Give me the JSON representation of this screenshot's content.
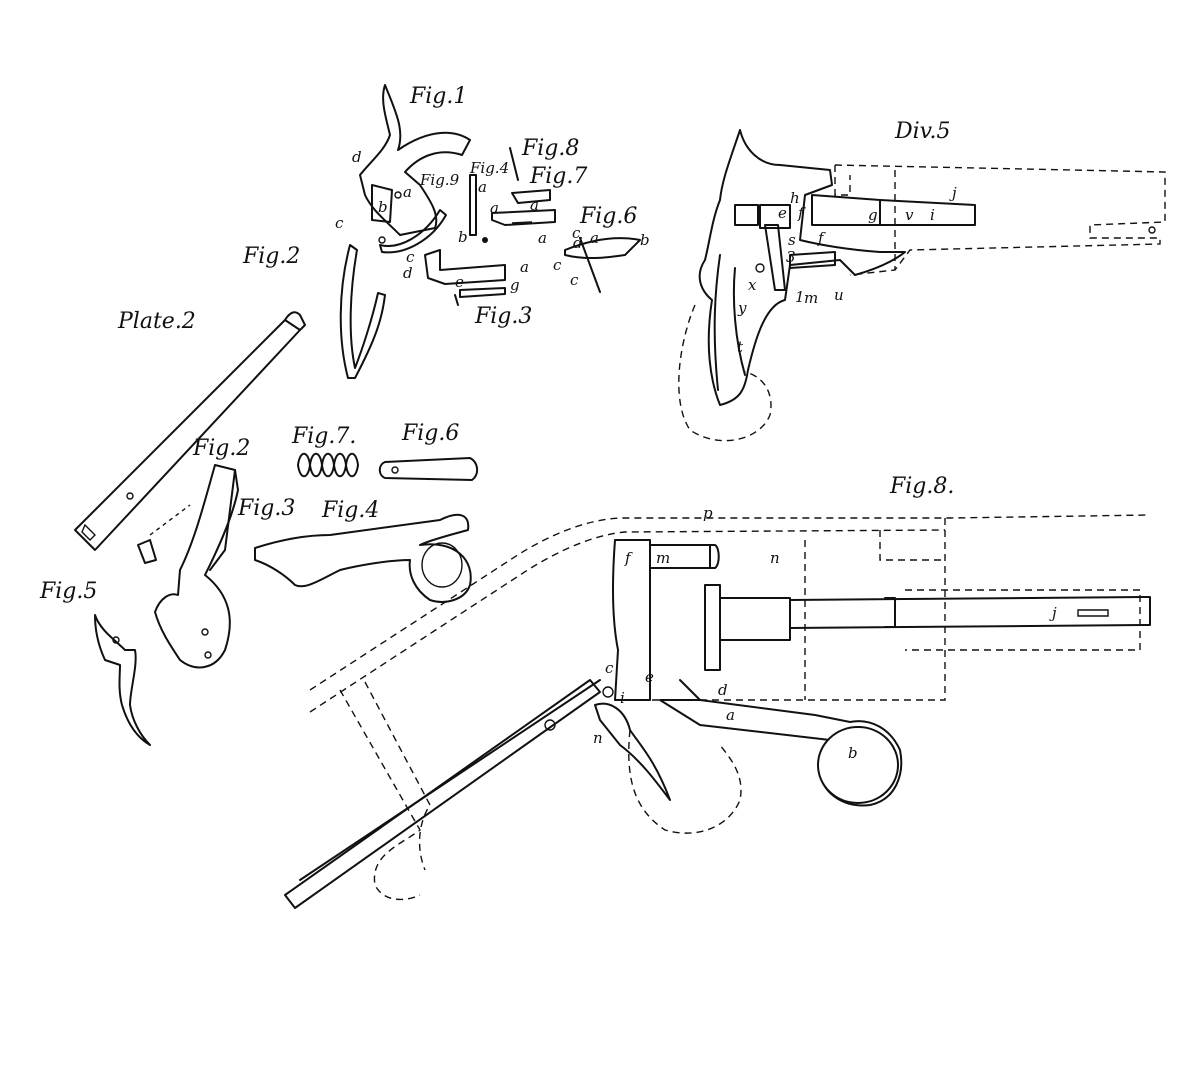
{
  "plate": {
    "title": "Plate.2"
  },
  "figure_labels": {
    "top_fig1": "Fig.1",
    "top_fig2": "Fig.2",
    "top_fig3": "Fig.3",
    "top_fig4": "Fig.4",
    "top_fig6": "Fig.6",
    "top_fig7": "Fig.7",
    "top_fig8": "Fig.8",
    "top_fig9": "Fig.9",
    "div5": "Div.5",
    "mid_fig2": "Fig.2",
    "mid_fig3": "Fig.3",
    "mid_fig4": "Fig.4",
    "mid_fig5": "Fig.5",
    "mid_fig6": "Fig.6",
    "mid_fig7": "Fig.7.",
    "big_fig8": "Fig.8."
  },
  "part_letters": {
    "f1_d": "d",
    "f1_b": "b",
    "f1_a": "a",
    "f1_c": "c",
    "f9_a": "a",
    "f9_b": "b",
    "f7_a": "a",
    "f6_a": "a",
    "f6_d": "d",
    "f6_b": "b",
    "f6_c": "c",
    "f6_c2": "c",
    "f2_c": "c",
    "f2_d": "d",
    "f2_e": "e",
    "f2_a": "a",
    "f2_g": "g",
    "mid_a": "a",
    "d5_h": "h",
    "d5_e": "e",
    "d5_f": "f",
    "d5_f2": "f",
    "d5_g": "g",
    "d5_v": "v",
    "d5_i": "i",
    "d5_j": "j",
    "d5_s": "s",
    "d5_3": "3",
    "d5_x": "x",
    "d5_y": "y",
    "d5_1": "1",
    "d5_m": "m",
    "d5_u": "u",
    "d5_t": "t",
    "f8_p": "p",
    "f8_f": "f",
    "f8_m": "m",
    "f8_n": "n",
    "f8_j": "j",
    "f8_c": "c",
    "f8_e": "e",
    "f8_i": "i",
    "f8_d": "d",
    "f8_a": "a",
    "f8_n2": "n",
    "f8_b": "b"
  }
}
